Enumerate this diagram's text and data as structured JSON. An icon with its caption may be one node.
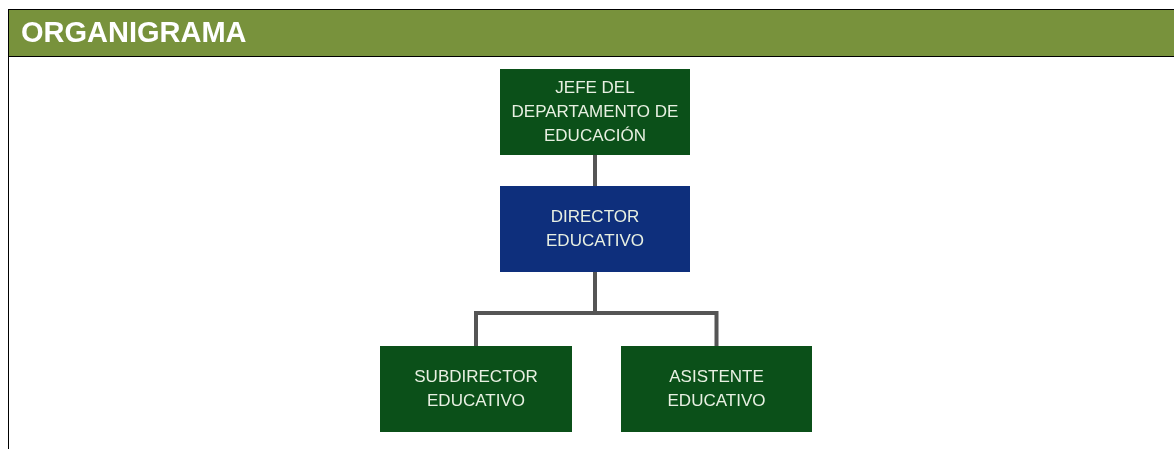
{
  "diagram": {
    "title": "ORGANIGRAMA",
    "nodes": [
      {
        "text": [
          "JEFE DEL DEPARTAMENTO DE EDUCACIÓN"
        ]
      },
      {
        "text": [
          "DIRECTOR EDUCATIVO"
        ]
      },
      {
        "text": [
          "SUBDIRECTOR EDUCATIVO"
        ]
      },
      {
        "text": [
          "ASISTENTE EDUCATIVO"
        ]
      }
    ],
    "edges": [
      {
        "from": 0,
        "to": 1,
        "arrow": "none"
      },
      {
        "from": 1,
        "to": 2,
        "arrow": "none"
      },
      {
        "from": 1,
        "to": 3,
        "arrow": "none"
      }
    ]
  }
}
